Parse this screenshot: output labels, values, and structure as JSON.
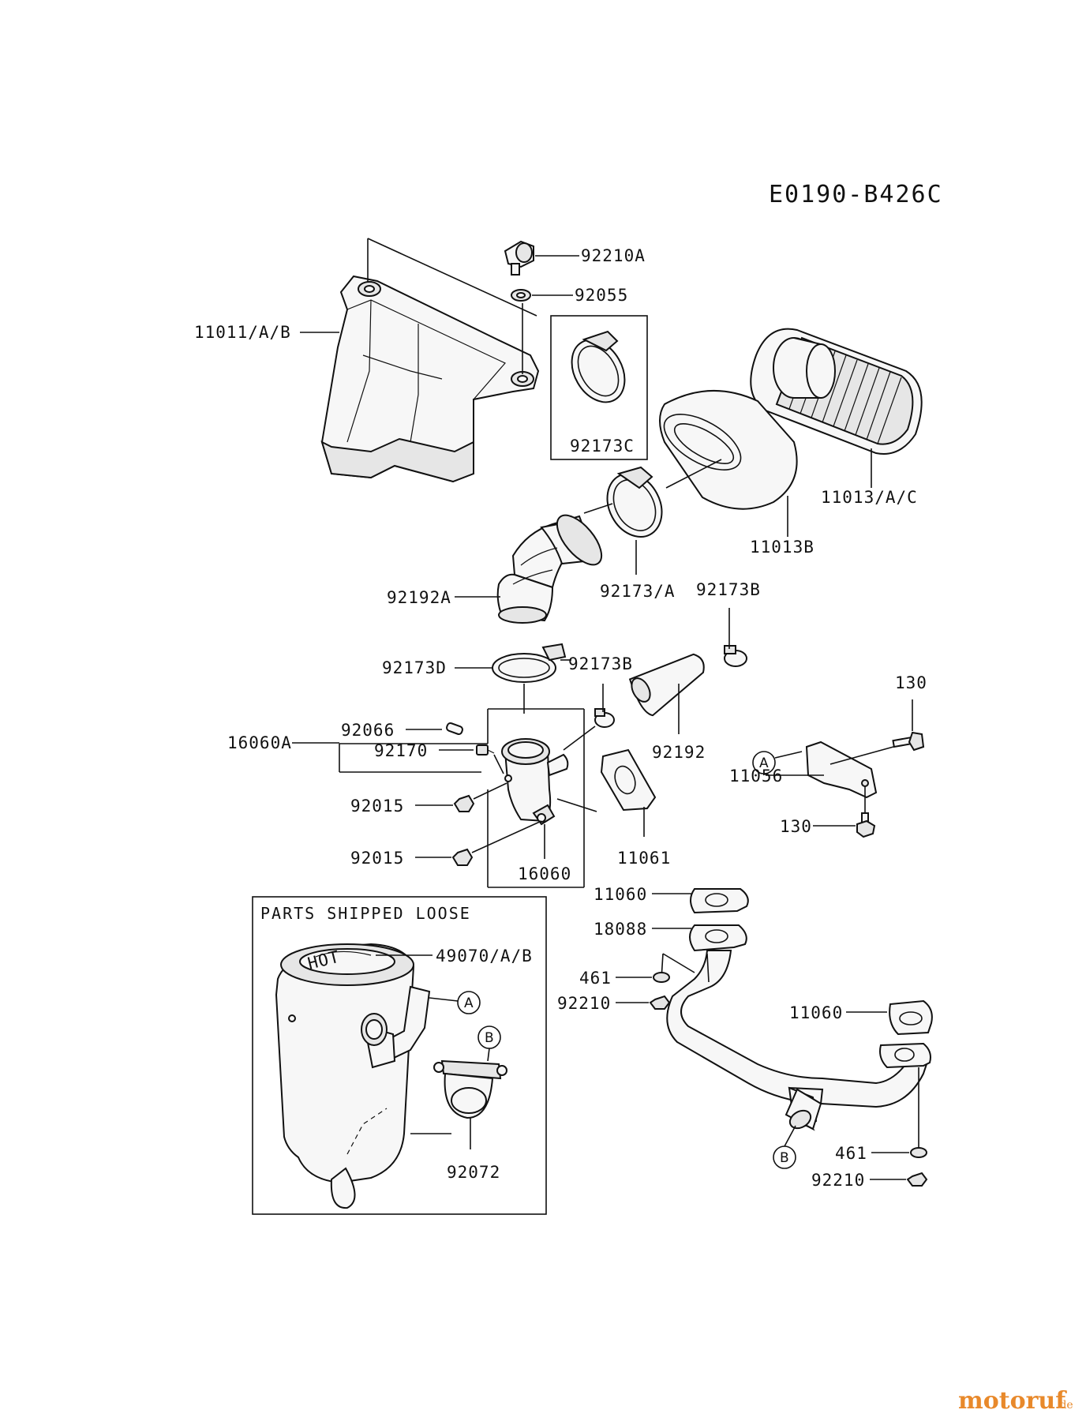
{
  "diagram_code": "E0190-B426C",
  "parts_box_title": "PARTS SHIPPED LOOSE",
  "labels": {
    "p92210A": "92210A",
    "p92055": "92055",
    "p11011": "11011/A/B",
    "p92173C": "92173C",
    "p11013AC": "11013/A/C",
    "p11013B": "11013B",
    "p92173A": "92173/A",
    "p92192A": "92192A",
    "p92173B_top": "92173B",
    "p92173D": "92173D",
    "p92173B_mid": "92173B",
    "p130_top": "130",
    "p92066": "92066",
    "p16060A": "16060A",
    "p92170": "92170",
    "p92192": "92192",
    "p11056": "11056",
    "p92015_a": "92015",
    "p130_bot": "130",
    "p92015_b": "92015",
    "p16060": "16060",
    "p11061": "11061",
    "p11060_a": "11060",
    "p18088": "18088",
    "p49070": "49070/A/B",
    "p461_a": "461",
    "p92210_a": "92210",
    "p11060_b": "11060",
    "p92072": "92072",
    "p461_b": "461",
    "p92210_b": "92210"
  },
  "refs": {
    "a": "A",
    "b": "B"
  },
  "muffler_sticker": "HOT",
  "watermark": {
    "name": "motoruf",
    "suffix": ".de"
  }
}
